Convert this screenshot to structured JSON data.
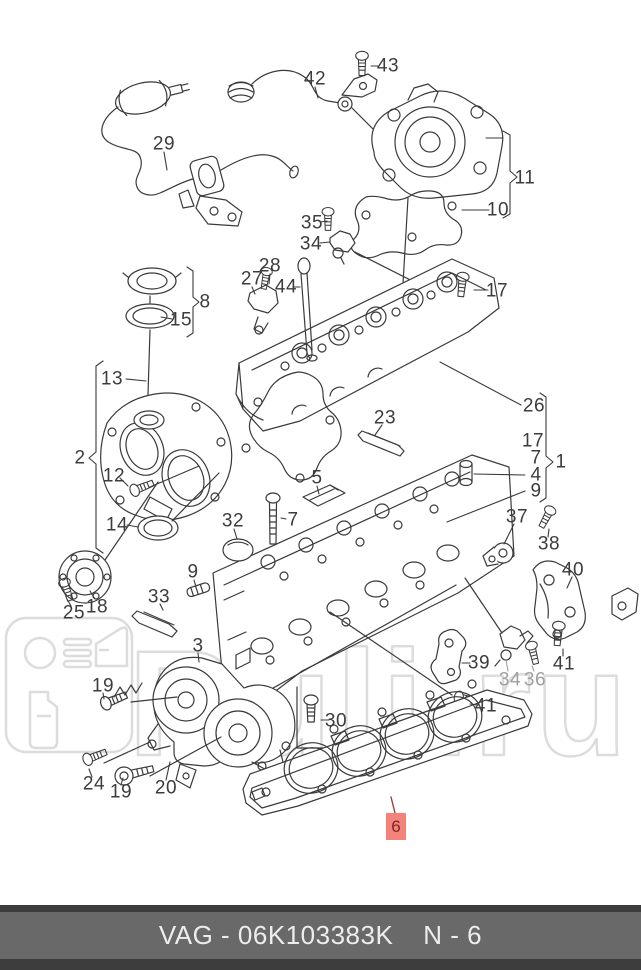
{
  "diagram": {
    "callouts": {
      "c29": {
        "label": "29"
      },
      "c42": {
        "label": "42"
      },
      "c43": {
        "label": "43"
      },
      "c11": {
        "label": "11"
      },
      "c10": {
        "label": "10"
      },
      "c35": {
        "label": "35"
      },
      "c34_top": {
        "label": "34"
      },
      "c27": {
        "label": "27"
      },
      "c28": {
        "label": "28"
      },
      "c44": {
        "label": "44"
      },
      "c17_cover": {
        "label": "17"
      },
      "c8": {
        "label": "8"
      },
      "c15": {
        "label": "15"
      },
      "c13": {
        "label": "13"
      },
      "c2": {
        "label": "2"
      },
      "c12": {
        "label": "12"
      },
      "c14": {
        "label": "14"
      },
      "c26": {
        "label": "26"
      },
      "c17_group": {
        "label": "17"
      },
      "c7_group": {
        "label": "7"
      },
      "c4": {
        "label": "4"
      },
      "c9_group": {
        "label": "9"
      },
      "c1": {
        "label": "1"
      },
      "c23": {
        "label": "23"
      },
      "c5": {
        "label": "5"
      },
      "c7_bolt": {
        "label": "7"
      },
      "c32": {
        "label": "32"
      },
      "c9_stud": {
        "label": "9"
      },
      "c33": {
        "label": "33"
      },
      "c3": {
        "label": "3"
      },
      "c25": {
        "label": "25"
      },
      "c18": {
        "label": "18"
      },
      "c19_upper": {
        "label": "19"
      },
      "c24": {
        "label": "24"
      },
      "c19_lower": {
        "label": "19"
      },
      "c20": {
        "label": "20"
      },
      "c30": {
        "label": "30"
      },
      "c37": {
        "label": "37"
      },
      "c38": {
        "label": "38"
      },
      "c40": {
        "label": "40"
      },
      "c39": {
        "label": "39"
      },
      "c41_upper": {
        "label": "41"
      },
      "c41_lower": {
        "label": "41"
      },
      "c34_alt": {
        "label": "34"
      },
      "c36": {
        "label": "36"
      }
    },
    "highlight": {
      "label": "6",
      "box_color": "#f4837b",
      "text_color": "#7e2721"
    }
  },
  "watermark": {
    "text": "Ruli.ru",
    "color": "#dcdcdc"
  },
  "footer": {
    "catalog_code": "VAG - 06K103383K",
    "page_ref": "N - 6",
    "background": "#696969",
    "text_color": "#ededed"
  }
}
